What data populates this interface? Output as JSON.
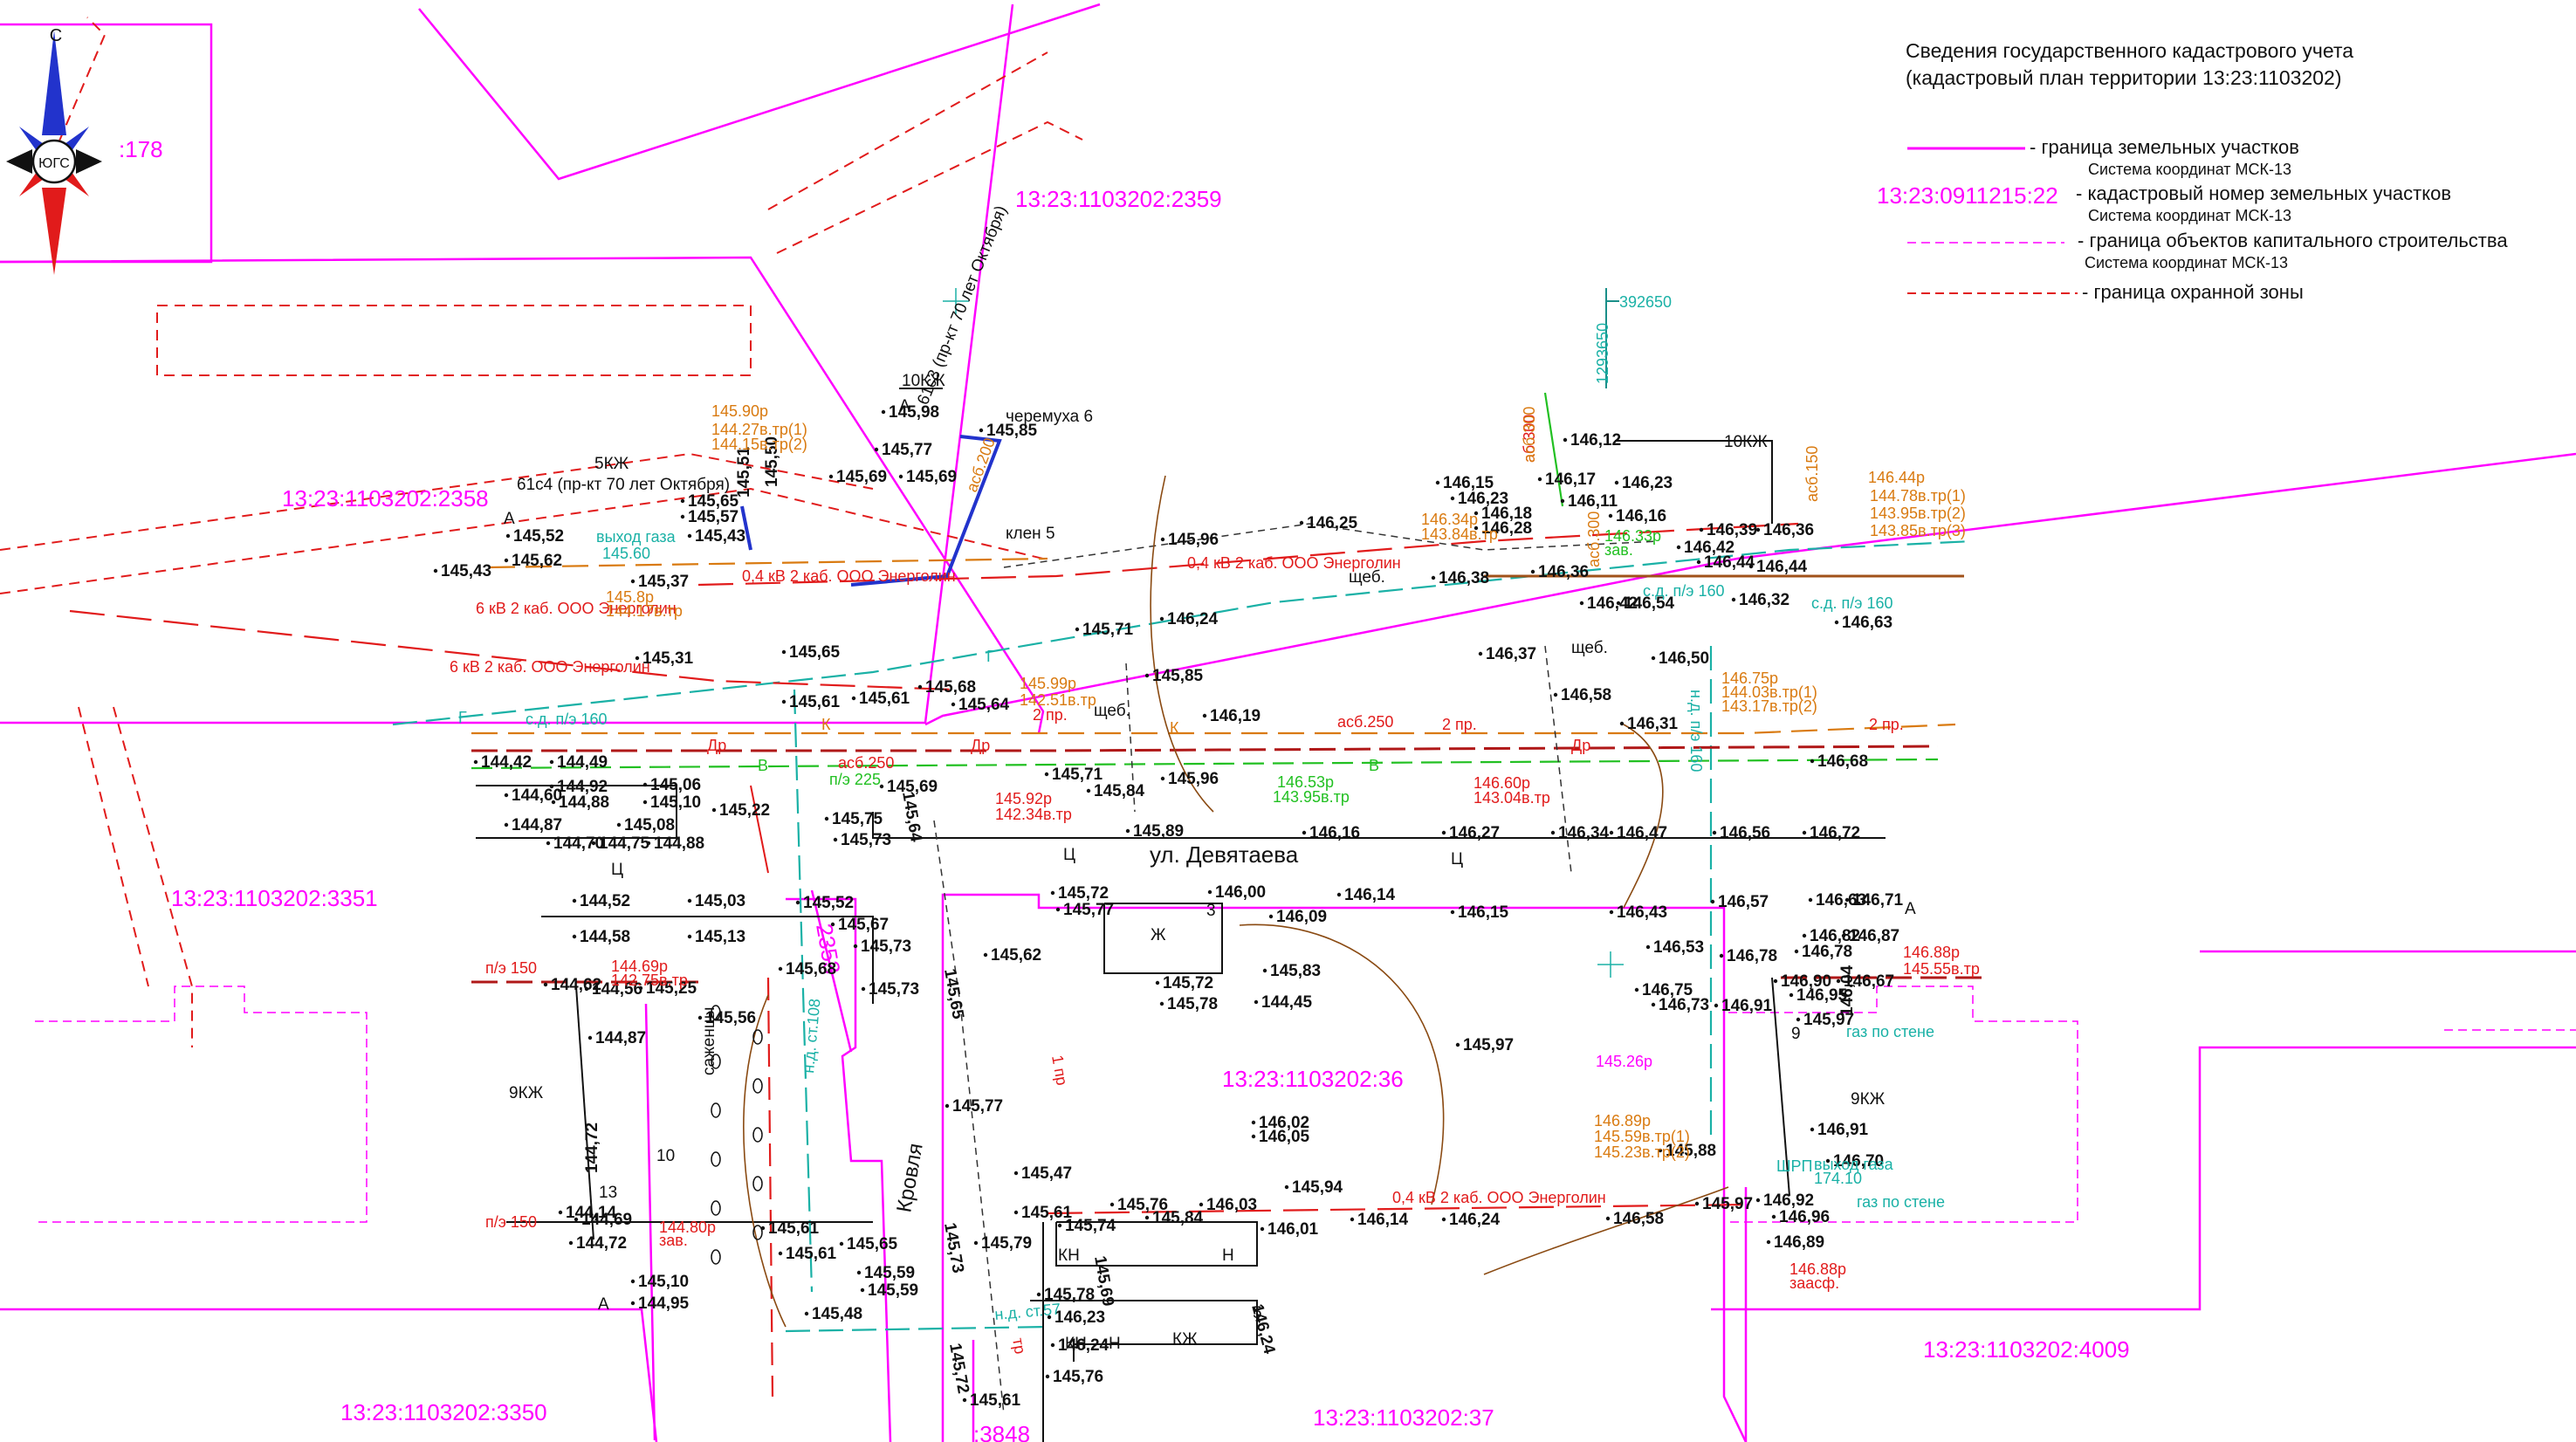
{
  "colors": {
    "parcel": "#ff00ff",
    "building": "#ff00ff",
    "protect": "#e11b1b",
    "gas": "#1ab1a6",
    "water": "#22c022",
    "sewer": "#d97a10",
    "drain": "#b01818",
    "cable": "#e11b1b",
    "black": "#111111"
  },
  "legend": {
    "title1": "Сведения государственного кадастрового учета",
    "title2": "(кадастровый план территории 13:23:1103202)",
    "items": [
      {
        "text": "- граница земельных участков",
        "sub": "Система координат  МСК-13"
      },
      {
        "text": "- кадастровый номер земельных участков",
        "sub": "Система координат  МСК-13",
        "sample": "13:23:0911215:22"
      },
      {
        "text": "- граница объектов капитального строительства",
        "sub": "Система координат МСК-13"
      },
      {
        "text": "- граница охранной зоны",
        "sub": ""
      }
    ]
  },
  "compass": {
    "north": "С",
    "center": "ЮГС"
  },
  "grid_labels": {
    "y": "392650",
    "x": "1293650"
  },
  "street": "ул. Девятаева",
  "cadastral": [
    {
      "id": "c2359",
      "text": "13:23:1103202:2359"
    },
    {
      "id": "c2358",
      "text": "13:23:1103202:2358"
    },
    {
      "id": "c3351",
      "text": "13:23:1103202:3351"
    },
    {
      "id": "c36",
      "text": "13:23:1103202:36"
    },
    {
      "id": "c3350",
      "text": "13:23:1103202:3350"
    },
    {
      "id": "c37",
      "text": "13:23:1103202:37"
    },
    {
      "id": "c4009",
      "text": "13:23:1103202:4009"
    },
    {
      "id": "c178",
      "text": ":178"
    },
    {
      "id": "c3848",
      "text": ":3848"
    },
    {
      "id": "c2353",
      "text": "2353"
    }
  ],
  "buildings": [
    {
      "text": "5КЖ"
    },
    {
      "text": "61с4 (пр-кт 70 лет Октября)"
    },
    {
      "text": "10КЖ"
    },
    {
      "text": "61с3 (пр-кт 70 лет Октября)"
    },
    {
      "text": "10КЖ"
    },
    {
      "text": "9КЖ"
    },
    {
      "text": "9КЖ"
    },
    {
      "text": "КЖ"
    }
  ],
  "elevations": [
    "145,98",
    "145,85",
    "145,77",
    "145,69",
    "145,69",
    "145,51",
    "145,50",
    "145,65",
    "145,57",
    "145,62",
    "145,52",
    "145,43",
    "145,43",
    "145,37",
    "145,31",
    "145,65",
    "145,61",
    "145,61",
    "145,68",
    "145,64",
    "145,71",
    "145,85",
    "146,24",
    "145,96",
    "146,25",
    "146,38",
    "146,36",
    "146,44",
    "146,42",
    "146,54",
    "146,32",
    "146,44",
    "146,63",
    "146,37",
    "146,58",
    "146,19",
    "146,31",
    "146,50",
    "146,15",
    "146,23",
    "146,17",
    "146,12",
    "146,11",
    "146,23",
    "146,18",
    "146,28",
    "146,16",
    "146,39",
    "146,42",
    "146,36",
    "144,42",
    "144,49",
    "144,60",
    "144,92",
    "144,88",
    "145,06",
    "145,10",
    "145,08",
    "144,87",
    "144,70",
    "144,75",
    "144,88",
    "145,22",
    "145,75",
    "145,73",
    "145,69",
    "145,71",
    "145,84",
    "145,89",
    "145,96",
    "146,16",
    "146,27",
    "146,34",
    "146,47",
    "146,56",
    "146,72",
    "146,68",
    "144,52",
    "145,03",
    "144,58",
    "145,13",
    "145,52",
    "145,67",
    "145,73",
    "145,73",
    "145,72",
    "145,77",
    "146,00",
    "146,14",
    "146,09",
    "146,15",
    "146,43",
    "146,57",
    "146,63",
    "146,71",
    "146,82",
    "146,87",
    "146,78",
    "145,62",
    "145,97",
    "145,83",
    "145,72",
    "145,78",
    "144,45",
    "144,62",
    "144,56",
    "145,25",
    "145,56",
    "145,68",
    "146,53",
    "146,75",
    "146,73",
    "146,78",
    "146,90",
    "146,67",
    "146,95",
    "146,91",
    "146,04",
    "145,97",
    "145,77",
    "145,47",
    "145,61",
    "145,74",
    "145,76",
    "145,84",
    "146,02",
    "146,05",
    "146,03",
    "145,94",
    "146,01",
    "146,14",
    "146,24",
    "146,58",
    "145,88",
    "145,97",
    "146,92",
    "146,96",
    "146,89",
    "144,14",
    "144,69",
    "144,72",
    "145,61",
    "145,65",
    "145,61",
    "145,59",
    "145,59",
    "145,48",
    "145,10",
    "144,95",
    "145,79",
    "145,78",
    "146,23",
    "146,24",
    "145,76",
    "146,24",
    "145,64",
    "145,65",
    "145,73",
    "145,72",
    "145,61",
    "144,87",
    "144,72",
    "145,69",
    "146,91",
    "146,70"
  ],
  "networks": {
    "cable": [
      {
        "text": "0,4 кВ  2 каб. ООО Энерголин"
      },
      {
        "text": "0,4 кВ  2 каб. ООО Энерголин"
      },
      {
        "text": "6 кВ  2 каб. ООО Энерголин"
      },
      {
        "text": "6 кВ  2 каб. ООО Энерголин"
      },
      {
        "text": "0,4 кВ  2 каб. ООО Энерголин"
      },
      {
        "text": "2 пр."
      },
      {
        "text": "2 пр."
      },
      {
        "text": "2 пр."
      },
      {
        "text": "асб.250"
      },
      {
        "text": "асб.250"
      },
      {
        "text": "п/э 150"
      },
      {
        "text": "п/э 150"
      },
      {
        "text": "1 пр"
      },
      {
        "text": "аб.300"
      }
    ],
    "sewer": [
      {
        "text": "145.90р"
      },
      {
        "text": "144.27в.тр(1)"
      },
      {
        "text": "144.15в.тр(2)"
      },
      {
        "text": "145.8р"
      },
      {
        "text": "144.17в.тр"
      },
      {
        "text": "145.99р"
      },
      {
        "text": "142.51в.тр"
      },
      {
        "text": "146.34р"
      },
      {
        "text": "143.84в.тр"
      },
      {
        "text": "146.44р"
      },
      {
        "text": "144.78в.тр(1)"
      },
      {
        "text": "143.95в.тр(2)"
      },
      {
        "text": "143.85в.тр(3)"
      },
      {
        "text": "146.75р"
      },
      {
        "text": "144.03в.тр(1)"
      },
      {
        "text": "143.17в.тр(2)"
      },
      {
        "text": "146.89р"
      },
      {
        "text": "145.59в.тр(1)"
      },
      {
        "text": "145.23в.тр(2)"
      },
      {
        "text": "асб.150"
      },
      {
        "text": "асб.300"
      },
      {
        "text": "асб.300"
      },
      {
        "text": "асб.200"
      }
    ],
    "drain": [
      {
        "text": "145.92р"
      },
      {
        "text": "142.34в.тр"
      },
      {
        "text": "146.60р"
      },
      {
        "text": "143.04в.тр"
      },
      {
        "text": "146.88р"
      },
      {
        "text": "145.55в.тр"
      },
      {
        "text": "144.69р"
      },
      {
        "text": "142.75в.тр"
      },
      {
        "text": "144.80р"
      },
      {
        "text": "зав."
      },
      {
        "text": "146.88р"
      },
      {
        "text": "заасф."
      }
    ],
    "water": [
      {
        "text": "146.53р"
      },
      {
        "text": "143.95в.тр"
      },
      {
        "text": "146.33р"
      },
      {
        "text": "зав."
      },
      {
        "text": "п/э 225"
      }
    ],
    "gas": [
      {
        "text": "с.д.  п/э 160"
      },
      {
        "text": "с.д.  п/э 160"
      },
      {
        "text": "с.д.  п/э 160"
      },
      {
        "text": "выход газа"
      },
      {
        "text": "145.60"
      },
      {
        "text": "н.д.  ст.108"
      },
      {
        "text": "н.д.  ст.57"
      },
      {
        "text": "газ по стене"
      },
      {
        "text": "газ по стене"
      },
      {
        "text": "выход газа"
      },
      {
        "text": "174.10"
      },
      {
        "text": "н.д.  п/э 160"
      },
      {
        "text": "ШРП"
      }
    ]
  },
  "misc": [
    {
      "text": "черемуха 6"
    },
    {
      "text": "клен 5"
    },
    {
      "text": "щеб."
    },
    {
      "text": "щеб."
    },
    {
      "text": "щеб."
    },
    {
      "text": "Ц"
    },
    {
      "text": "Ц"
    },
    {
      "text": "Ц"
    },
    {
      "text": "А"
    },
    {
      "text": "А"
    },
    {
      "text": "А"
    },
    {
      "text": "А"
    },
    {
      "text": "Ж"
    },
    {
      "text": "КН"
    },
    {
      "text": "КН"
    },
    {
      "text": "Н"
    },
    {
      "text": "Н"
    },
    {
      "text": "саженцы"
    },
    {
      "text": "Кровля"
    },
    {
      "text": "145.26р"
    },
    {
      "text": "тр"
    },
    {
      "text": "Др"
    },
    {
      "text": "Др"
    },
    {
      "text": "Др"
    },
    {
      "text": "К"
    },
    {
      "text": "К"
    },
    {
      "text": "В"
    },
    {
      "text": "В"
    },
    {
      "text": "Г"
    },
    {
      "text": "Г"
    },
    {
      "text": "3"
    },
    {
      "text": "5"
    },
    {
      "text": "9"
    },
    {
      "text": "13"
    },
    {
      "text": "10"
    }
  ]
}
